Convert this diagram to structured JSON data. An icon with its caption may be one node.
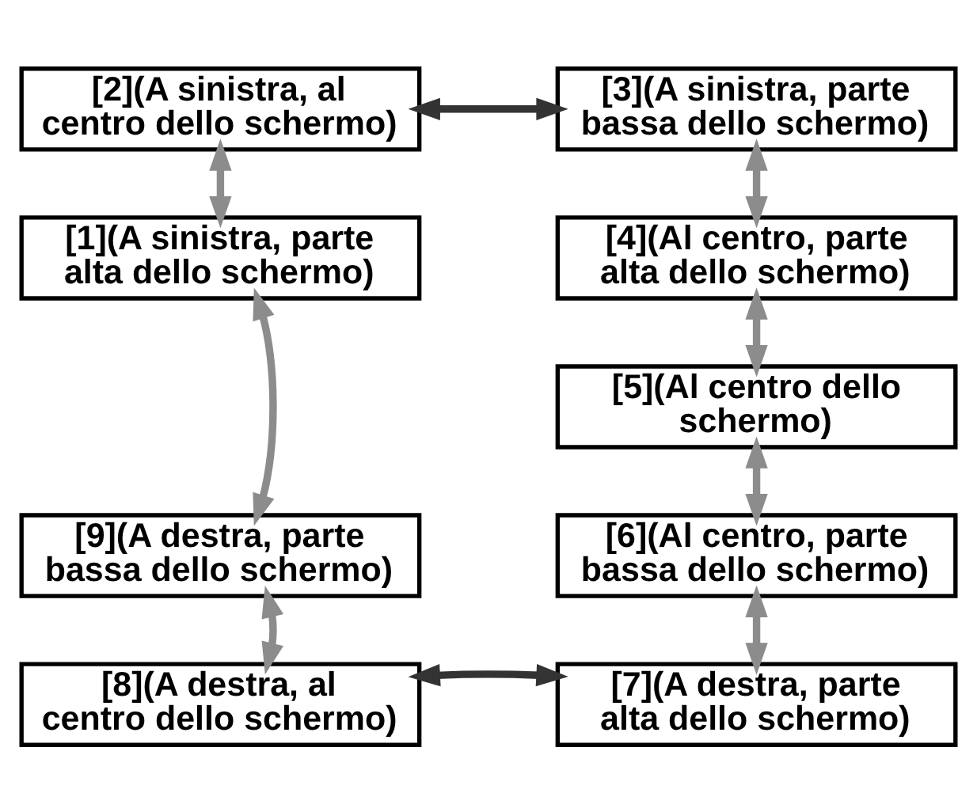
{
  "diagram": {
    "nodes": [
      {
        "text": [
          "[2](A sinistra, al centro dello schermo)"
        ]
      },
      {
        "text": [
          "[3](A sinistra, parte bassa dello schermo)"
        ]
      },
      {
        "text": [
          "[1](A sinistra, parte alta dello schermo)"
        ]
      },
      {
        "text": [
          "[4](Al centro, parte alta dello schermo)"
        ]
      },
      {
        "text": [
          "[5](Al centro dello schermo)"
        ]
      },
      {
        "text": [
          "[9](A destra, parte bassa dello schermo)"
        ]
      },
      {
        "text": [
          "[6](Al centro, parte bassa dello schermo)"
        ]
      },
      {
        "text": [
          "[8](A destra, al centro dello schermo)"
        ]
      },
      {
        "text": [
          "[7](A destra, parte alta dello schermo)"
        ]
      }
    ],
    "edges": [
      {
        "from": 0,
        "to": 1,
        "arrow": "both",
        "color": "#333333"
      },
      {
        "from": 0,
        "to": 2,
        "arrow": "both"
      },
      {
        "from": 1,
        "to": 3,
        "arrow": "both"
      },
      {
        "from": 3,
        "to": 4,
        "arrow": "both"
      },
      {
        "from": 4,
        "to": 6,
        "arrow": "both"
      },
      {
        "from": 6,
        "to": 8,
        "arrow": "both"
      },
      {
        "from": 8,
        "to": 7,
        "arrow": "both",
        "color": "#333333"
      },
      {
        "from": 7,
        "to": 5,
        "arrow": "both"
      },
      {
        "from": 5,
        "to": 2,
        "arrow": "both"
      }
    ]
  }
}
